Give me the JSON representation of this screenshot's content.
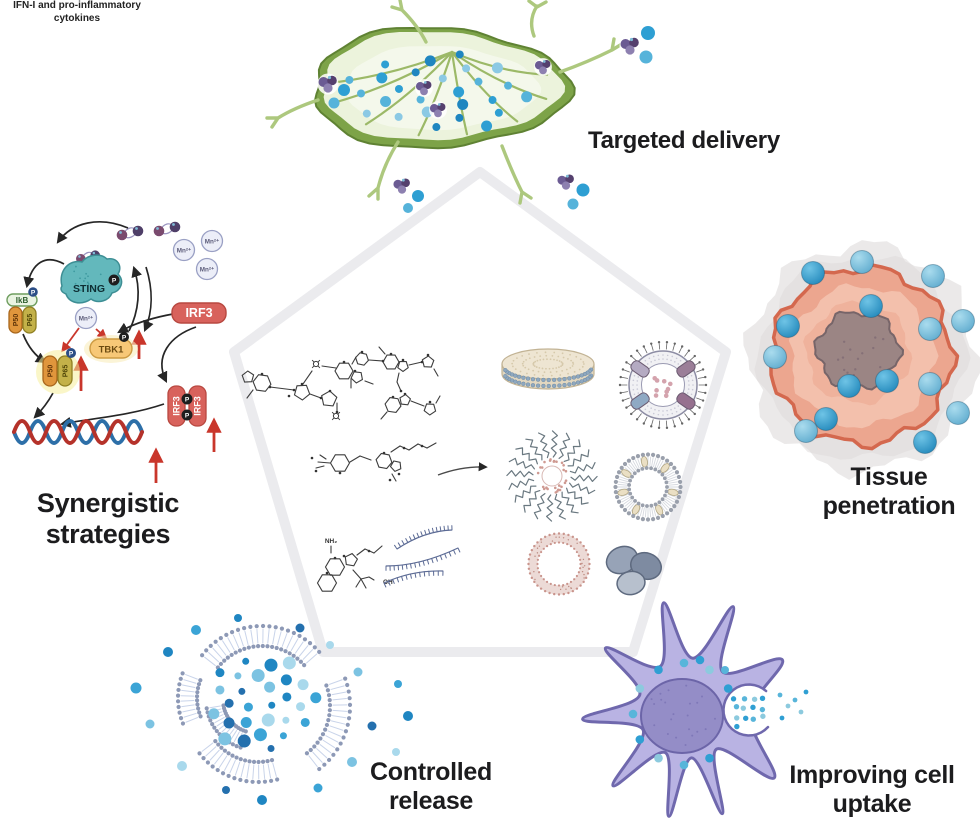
{
  "labels": {
    "targeted": "Targeted delivery",
    "tissue1": "Tissue",
    "tissue2": "penetration",
    "uptake1": "Improving cell",
    "uptake2": "uptake",
    "release1": "Controlled",
    "release2": "release",
    "synergy1": "Synergistic",
    "synergy2": "strategies"
  },
  "pathway": {
    "sting": "STING",
    "ikb": "IkB",
    "p50": "P50",
    "p65": "P65",
    "tbk1": "TBK1",
    "irf3": "IRF3",
    "mn": "Mn²⁺",
    "p": "P",
    "dna1": "IFN-I and pro-inflammatory",
    "dna2": "cytokines"
  },
  "molecule_labels": {
    "nh2": "NH₂",
    "oh": "OH"
  },
  "icons": {
    "scene_items": [
      "lymph-node-illustration",
      "tumor-spheroid-illustration",
      "macrophage-illustration",
      "liposome-release-illustration",
      "sting-pathway-diagram",
      "pentagon-panel"
    ],
    "center_items": [
      "cyclic-dinucleotide-molecule",
      "dimeric-sting-agonist-molecule",
      "nanodisc",
      "protein-decorated-liposome",
      "small-molecule-agonist",
      "polymer-micelle",
      "lipid-nanoparticle",
      "imidazoquinoline-molecule",
      "rna-strands",
      "polymer-vesicle",
      "protein-nanoparticle",
      "formulation-arrow"
    ]
  },
  "colors": {
    "particle_blue": "#2e9fd3",
    "particle_blue_light": "#7cc3e2",
    "lymph_green": "#7da348",
    "tumor_salmon": "#eca68f",
    "tumor_border": "#d4684e",
    "cell_purple": "#b9b3e3",
    "cell_purple_border": "#6f68ad",
    "pathway_red": "#d8625c",
    "pathway_orange": "#e0963c",
    "pathway_olive": "#c3b149",
    "pathway_teal": "#63b8bc",
    "arrow_red": "#c9362b",
    "pentagon_gray": "#ebebee"
  }
}
